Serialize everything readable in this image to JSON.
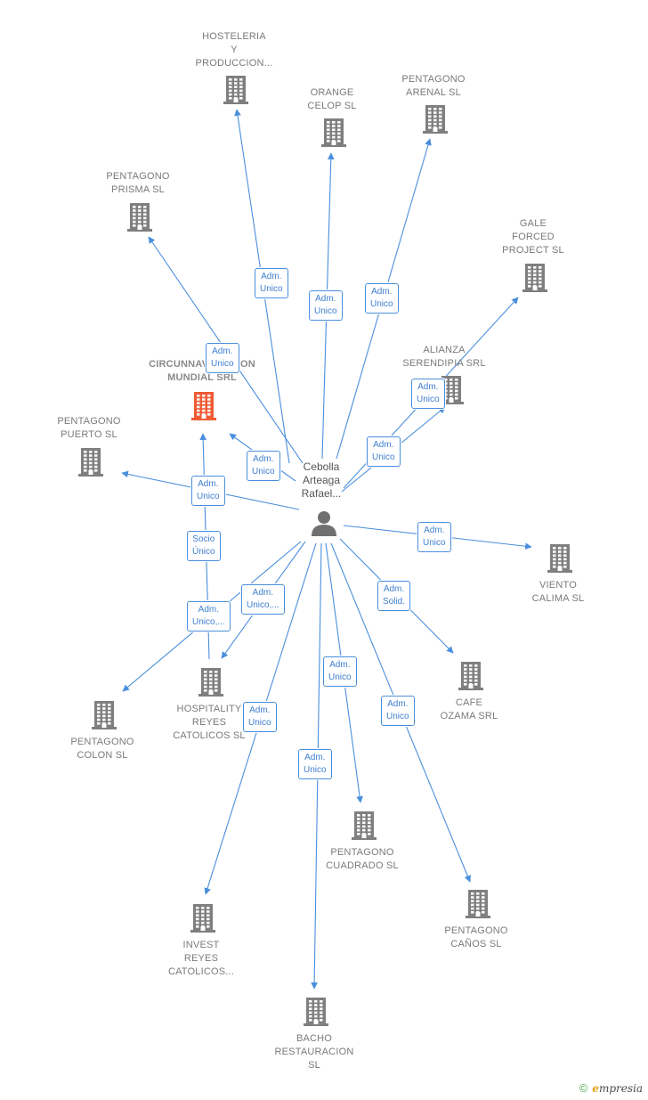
{
  "center": {
    "name": "Cebolla\nArteaga\nRafael..."
  },
  "colors": {
    "edge": "#4a8fdc",
    "building": "#7f7f7f",
    "highlight": "#ef5b34",
    "person": "#6f6f6f"
  },
  "nodes": [
    {
      "id": "hosteleria",
      "label": "HOSTELERIA\nY\nPRODUCCION...",
      "highlight": false
    },
    {
      "id": "orange",
      "label": "ORANGE\nCELOP SL",
      "highlight": false
    },
    {
      "id": "arenal",
      "label": "PENTAGONO\nARENAL SL",
      "highlight": false
    },
    {
      "id": "prisma",
      "label": "PENTAGONO\nPRISMA  SL",
      "highlight": false
    },
    {
      "id": "gale",
      "label": "GALE\nFORCED\nPROJECT  SL",
      "highlight": false
    },
    {
      "id": "circunnav",
      "label": "CIRCUNNAVEGACION\nMUNDIAL  SRL",
      "highlight": true
    },
    {
      "id": "alianza",
      "label": "ALIANZA\nSERENDIPIA SRL",
      "highlight": false
    },
    {
      "id": "puerto",
      "label": "PENTAGONO\nPUERTO  SL",
      "highlight": false
    },
    {
      "id": "viento",
      "label": "VIENTO\nCALIMA  SL",
      "highlight": false
    },
    {
      "id": "cafe",
      "label": "CAFE\nOZAMA SRL",
      "highlight": false
    },
    {
      "id": "hospitality",
      "label": "HOSPITALITY\nREYES\nCATOLICOS  SL",
      "highlight": false
    },
    {
      "id": "colon",
      "label": "PENTAGONO\nCOLON  SL",
      "highlight": false
    },
    {
      "id": "cuadrado",
      "label": "PENTAGONO\nCUADRADO SL",
      "highlight": false
    },
    {
      "id": "canos",
      "label": "PENTAGONO\nCAÑOS  SL",
      "highlight": false
    },
    {
      "id": "invest",
      "label": "INVEST\nREYES\nCATOLICOS...",
      "highlight": false
    },
    {
      "id": "bacho",
      "label": "BACHO\nRESTAURACION\nSL",
      "highlight": false
    }
  ],
  "edges": [
    {
      "to": "hosteleria",
      "label": "Adm.\nUnico"
    },
    {
      "to": "orange",
      "label": "Adm.\nUnico"
    },
    {
      "to": "arenal",
      "label": "Adm.\nUnico"
    },
    {
      "to": "prisma",
      "label": "Adm.\nUnico"
    },
    {
      "to": "gale",
      "label": "Adm.\nUnico"
    },
    {
      "to": "circunnav",
      "label": "Adm.\nUnico"
    },
    {
      "to": "alianza",
      "label": "Adm.\nUnico"
    },
    {
      "to": "puerto",
      "label": "Adm.\nUnico"
    },
    {
      "to": "viento",
      "label": "Adm.\nUnico"
    },
    {
      "to": "cafe",
      "label": "Adm.\nSolid."
    },
    {
      "to": "hospitality",
      "label": "Adm.\nUnico,..."
    },
    {
      "to": "colon",
      "label": "Adm.\nUnico,..."
    },
    {
      "to": "cuadrado",
      "label": "Adm.\nUnico"
    },
    {
      "to": "canos",
      "label": "Adm.\nUnico"
    },
    {
      "to": "invest",
      "label": "Adm.\nUnico"
    },
    {
      "to": "bacho",
      "label": "Adm.\nUnico"
    },
    {
      "from": "hospitality",
      "to": "circunnav",
      "label": "Socio\nÚnico"
    }
  ],
  "footer": {
    "copyright": "©",
    "brand_first": "e",
    "brand_rest": "mpresia"
  }
}
